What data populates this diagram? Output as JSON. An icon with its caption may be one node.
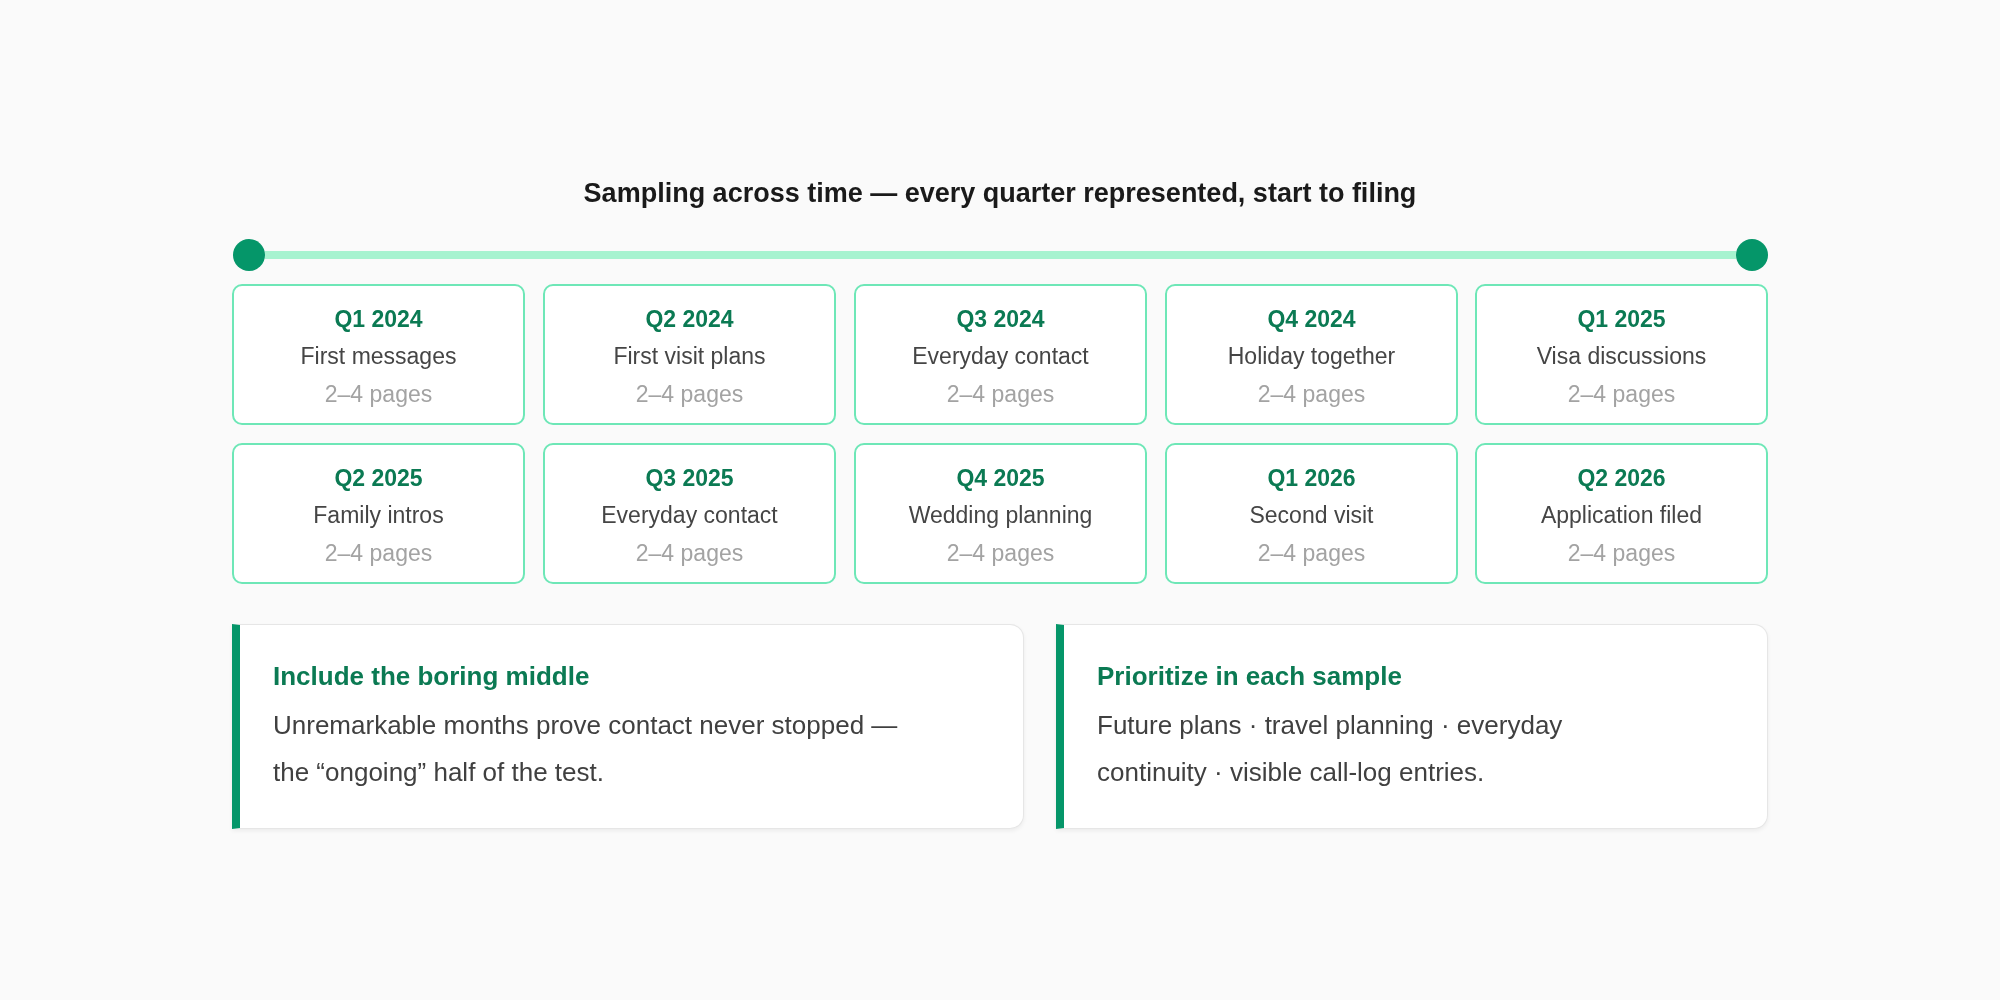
{
  "diagram": {
    "title": "Sampling across time — every quarter represented, start to filing",
    "nodes": [
      {
        "text": [],
        "shape": "circle"
      },
      {
        "text": [],
        "shape": "circle"
      },
      {
        "text": [
          "Q1 2024",
          "First messages",
          "2–4 pages"
        ]
      },
      {
        "text": [
          "Q2 2024",
          "First visit plans",
          "2–4 pages"
        ]
      },
      {
        "text": [
          "Q3 2024",
          "Everyday contact",
          "2–4 pages"
        ]
      },
      {
        "text": [
          "Q4 2024",
          "Holiday together",
          "2–4 pages"
        ]
      },
      {
        "text": [
          "Q1 2025",
          "Visa discussions",
          "2–4 pages"
        ]
      },
      {
        "text": [
          "Q2 2025",
          "Family intros",
          "2–4 pages"
        ]
      },
      {
        "text": [
          "Q3 2025",
          "Everyday contact",
          "2–4 pages"
        ]
      },
      {
        "text": [
          "Q4 2025",
          "Wedding planning",
          "2–4 pages"
        ]
      },
      {
        "text": [
          "Q1 2026",
          "Second visit",
          "2–4 pages"
        ]
      },
      {
        "text": [
          "Q2 2026",
          "Application filed",
          "2–4 pages"
        ]
      },
      {
        "text": [
          "Include the boring middle",
          "Unremarkable months prove contact never stopped — the “ongoing” half of the test."
        ]
      },
      {
        "text": [
          "Prioritize in each sample",
          "Future plans · travel planning · everyday continuity · visible call-log entries."
        ]
      }
    ],
    "edges": [
      {
        "from": 0,
        "to": 1,
        "arrow": "none"
      }
    ]
  }
}
